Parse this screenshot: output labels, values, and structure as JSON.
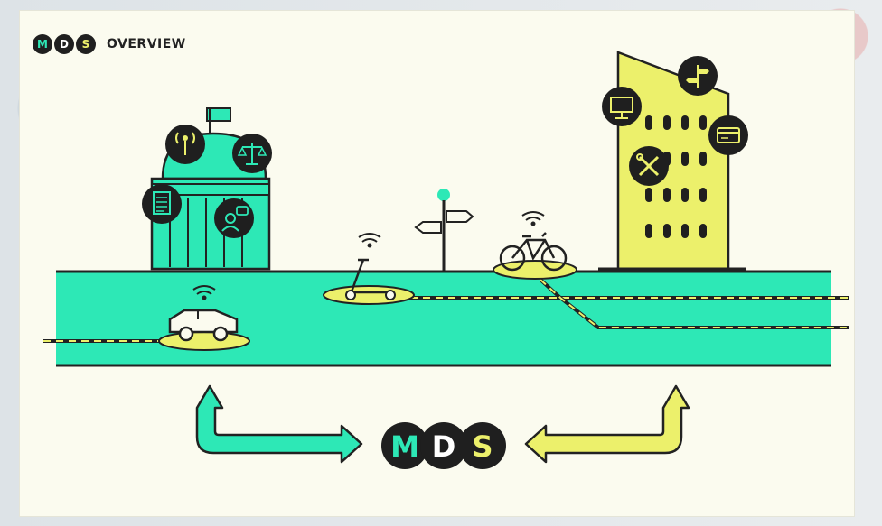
{
  "header": {
    "logo_letters": [
      "M",
      "D",
      "S"
    ],
    "title": "OVERVIEW"
  },
  "center_logo": {
    "letters": [
      "M",
      "D",
      "S"
    ]
  },
  "colors": {
    "teal": "#2de8b6",
    "yellow": "#ecf06b",
    "dark": "#1f1f1f",
    "background": "#fbfbef",
    "logo_m": "#2de8b6",
    "logo_d": "#ffffff",
    "logo_s": "#ecf06b"
  },
  "icons": {
    "city_hall": [
      "wireless-tower-icon",
      "scales-icon",
      "document-icon",
      "person-chat-icon"
    ],
    "office_building": [
      "monitor-icon",
      "signpost-icon",
      "credit-card-icon",
      "tools-icon"
    ],
    "street": [
      "car-icon",
      "scooter-icon",
      "bicycle-icon",
      "direction-sign-icon",
      "wifi-icon"
    ]
  }
}
